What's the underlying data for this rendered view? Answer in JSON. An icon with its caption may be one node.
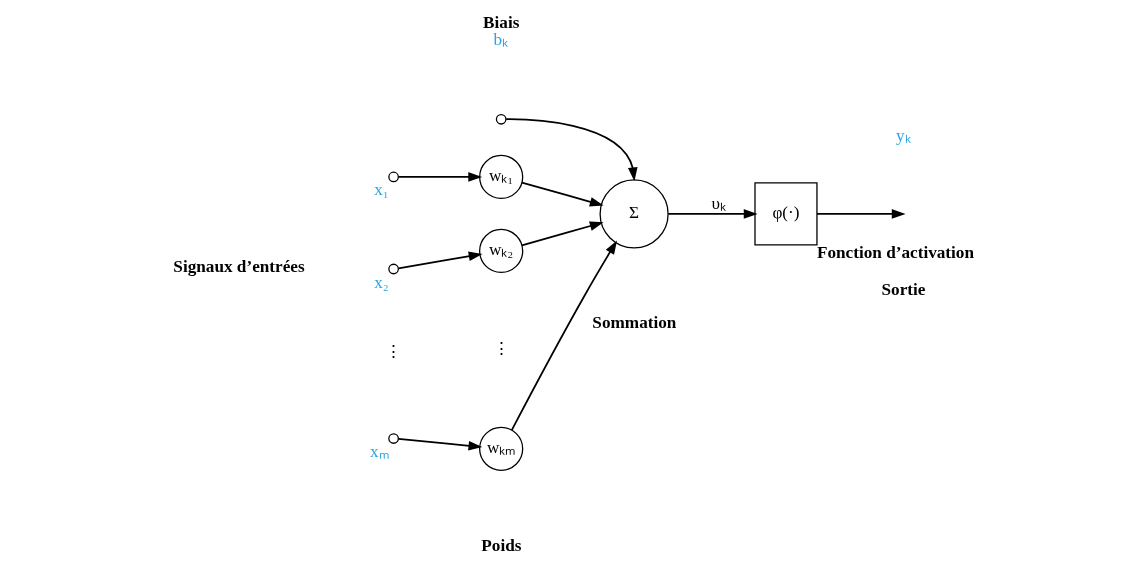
{
  "diagram": {
    "nodes": [
      {
        "text": [],
        "shape": "circle",
        "beside": [
          "x₁"
        ]
      },
      {
        "text": [
          "wₖ₁"
        ]
      },
      {
        "text": [],
        "shape": "circle",
        "beside": [
          "x₂"
        ]
      },
      {
        "text": [
          "wₖ₂"
        ]
      },
      {
        "text": [],
        "shape": "circle",
        "beside": [
          "xₘ"
        ]
      },
      {
        "text": [
          "wₖₘ"
        ]
      },
      {
        "text": [],
        "shape": "circle",
        "beside": [
          "Biais",
          "bₖ"
        ]
      },
      {
        "text": [
          "Σ"
        ],
        "beside": [
          "Sommation"
        ]
      },
      {
        "text": [
          "φ(·)"
        ],
        "beside": [
          "Fonction d’activation"
        ]
      }
    ],
    "edges": [
      {
        "from": 0,
        "to": 1,
        "arrow": "to"
      },
      {
        "from": 2,
        "to": 3,
        "arrow": "to"
      },
      {
        "from": 4,
        "to": 5,
        "arrow": "to"
      },
      {
        "from": 1,
        "to": 7,
        "arrow": "to"
      },
      {
        "from": 3,
        "to": 7,
        "arrow": "to"
      },
      {
        "from": 5,
        "to": 7,
        "arrow": "to"
      },
      {
        "from": 6,
        "to": 7,
        "arrow": "to"
      },
      {
        "from": 7,
        "to": 8,
        "label": "υₖ",
        "arrow": "to"
      },
      {
        "from": 8,
        "to": null,
        "arrow": "to"
      }
    ],
    "labels": [
      "Signaux d’entrées",
      "⋮",
      "⋮",
      "Poids",
      "yₖ",
      "Sortie"
    ]
  }
}
